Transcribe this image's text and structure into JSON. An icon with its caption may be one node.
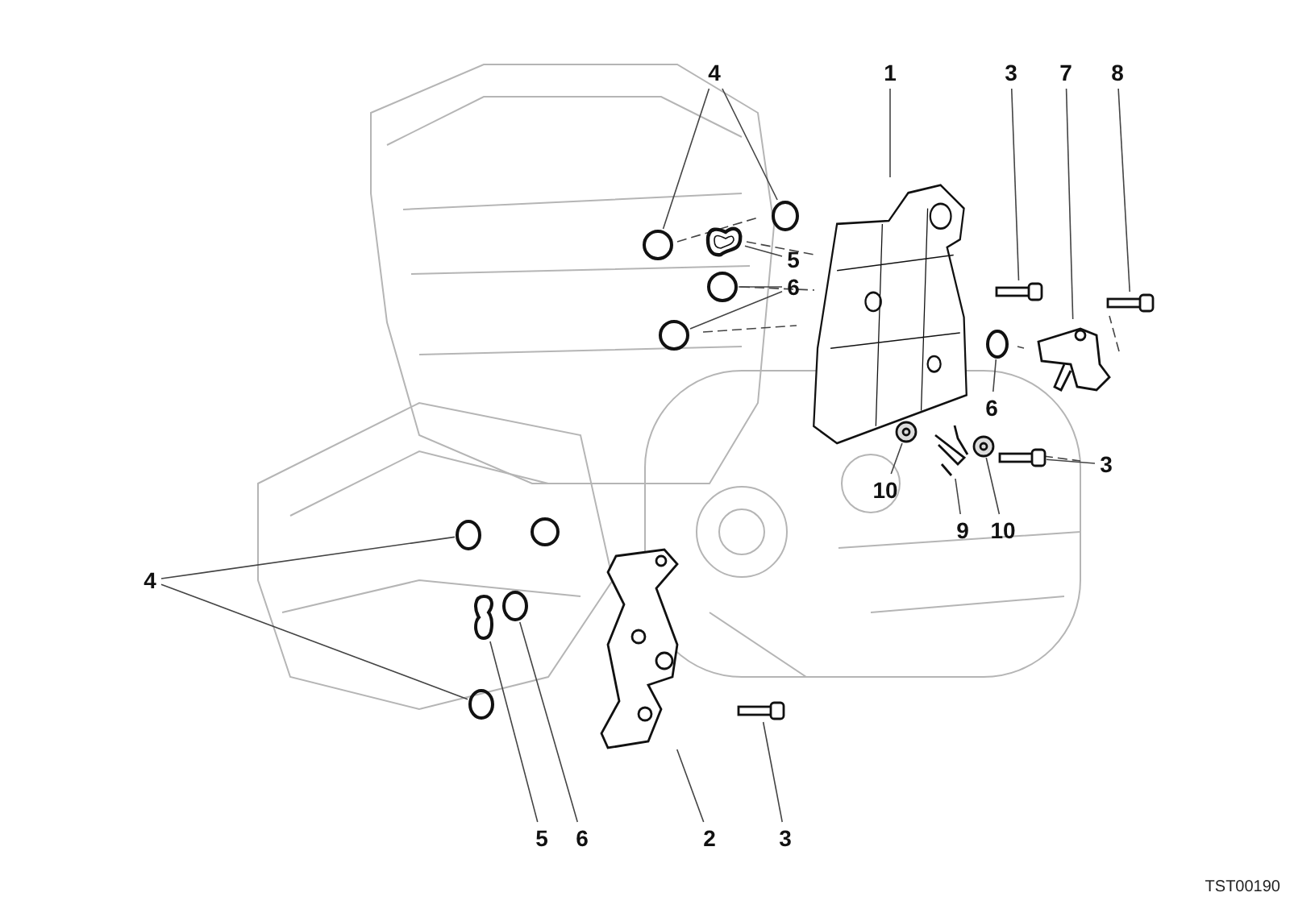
{
  "diagram": {
    "nodes": [
      {
        "text": [
          "4"
        ]
      },
      {
        "text": [],
        "shape": "circle"
      },
      {
        "text": [],
        "shape": "circle"
      },
      {
        "text": [
          "1"
        ]
      },
      {
        "text": [],
        "shape": "picture"
      },
      {
        "text": [
          "3"
        ]
      },
      {
        "text": [],
        "shape": "picture"
      },
      {
        "text": [
          "7"
        ]
      },
      {
        "text": [],
        "shape": "picture"
      },
      {
        "text": [
          "8"
        ]
      },
      {
        "text": [],
        "shape": "picture"
      },
      {
        "text": [
          "5"
        ]
      },
      {
        "text": [],
        "shape": "picture"
      },
      {
        "text": [
          "6"
        ]
      },
      {
        "text": [],
        "shape": "circle"
      },
      {
        "text": [],
        "shape": "circle"
      },
      {
        "text": [
          "6"
        ]
      },
      {
        "text": [],
        "shape": "circle"
      },
      {
        "text": [
          "10"
        ]
      },
      {
        "text": [],
        "shape": "picture"
      },
      {
        "text": [
          "9"
        ]
      },
      {
        "text": [],
        "shape": "picture"
      },
      {
        "text": [
          "10"
        ]
      },
      {
        "text": [],
        "shape": "picture"
      },
      {
        "text": [
          "3"
        ]
      },
      {
        "text": [],
        "shape": "picture"
      },
      {
        "text": [
          "4"
        ]
      },
      {
        "text": [],
        "shape": "circle"
      },
      {
        "text": [],
        "shape": "circle"
      },
      {
        "text": [
          "5"
        ]
      },
      {
        "text": [],
        "shape": "picture"
      },
      {
        "text": [
          "6"
        ]
      },
      {
        "text": [],
        "shape": "circle"
      },
      {
        "text": [
          "2"
        ]
      },
      {
        "text": [],
        "shape": "picture"
      },
      {
        "text": [
          "3"
        ]
      },
      {
        "text": [],
        "shape": "picture"
      }
    ],
    "edges": [
      {
        "from": 0,
        "to": 1,
        "arrow": "none"
      },
      {
        "from": 0,
        "to": 2,
        "arrow": "none"
      },
      {
        "from": 3,
        "to": 4,
        "arrow": "none"
      },
      {
        "from": 5,
        "to": 6,
        "arrow": "none"
      },
      {
        "from": 7,
        "to": 8,
        "arrow": "none"
      },
      {
        "from": 9,
        "to": 10,
        "arrow": "none"
      },
      {
        "from": 11,
        "to": 12,
        "arrow": "none"
      },
      {
        "from": 13,
        "to": 14,
        "arrow": "none"
      },
      {
        "from": 13,
        "to": 15,
        "arrow": "none"
      },
      {
        "from": 16,
        "to": 17,
        "arrow": "none"
      },
      {
        "from": 18,
        "to": 19,
        "arrow": "none"
      },
      {
        "from": 20,
        "to": 21,
        "arrow": "none"
      },
      {
        "from": 22,
        "to": 23,
        "arrow": "none"
      },
      {
        "from": 24,
        "to": 25,
        "arrow": "none"
      },
      {
        "from": 26,
        "to": 27,
        "arrow": "none"
      },
      {
        "from": 26,
        "to": 28,
        "arrow": "none"
      },
      {
        "from": 29,
        "to": 30,
        "arrow": "none"
      },
      {
        "from": 31,
        "to": 32,
        "arrow": "none"
      },
      {
        "from": 33,
        "to": 34,
        "arrow": "none"
      },
      {
        "from": 35,
        "to": 36,
        "arrow": "none"
      }
    ],
    "labels": [
      "TST00190"
    ]
  }
}
